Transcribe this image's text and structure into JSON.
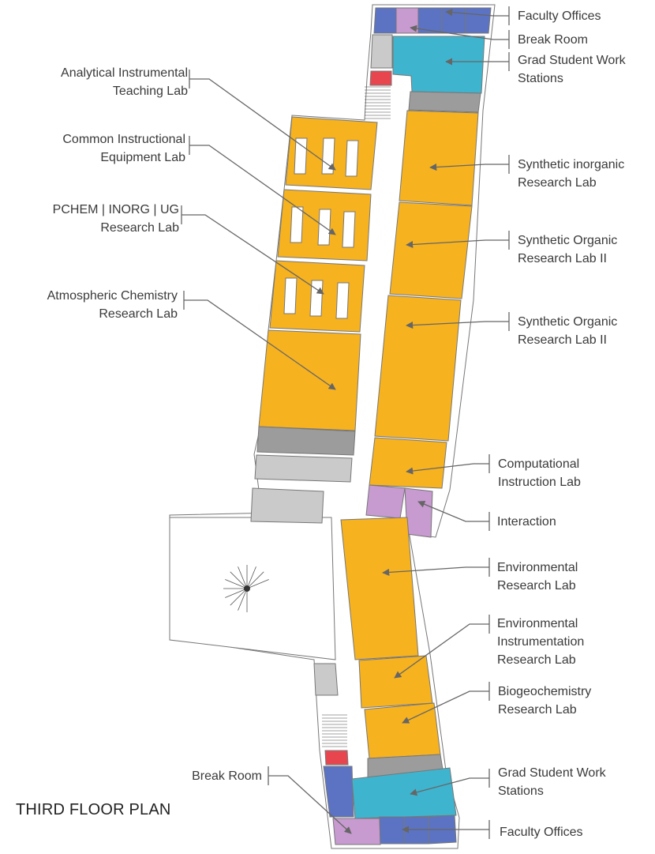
{
  "title": "THIRD FLOOR PLAN",
  "colors": {
    "lab": "#F6B21F",
    "office": "#5B73C2",
    "break": "#C79AD0",
    "grad": "#3FB4CE",
    "service": "#9C9C9C",
    "support": "#CACACA",
    "stair": "#E8464F",
    "leader": "#666666"
  },
  "labels": {
    "faculty_offices_top": [
      "Faculty Offices"
    ],
    "break_room_top": [
      "Break Room"
    ],
    "grad_top": [
      "Grad Student Work",
      "Stations"
    ],
    "synth_inorg": [
      "Synthetic inorganic",
      "Research Lab"
    ],
    "synth_org_1": [
      "Synthetic Organic",
      "Research Lab II"
    ],
    "synth_org_2": [
      "Synthetic Organic",
      "Research Lab II"
    ],
    "computational": [
      "Computational",
      "Instruction Lab"
    ],
    "interaction": [
      "Interaction"
    ],
    "environmental": [
      "Environmental",
      "Research Lab"
    ],
    "env_instr": [
      "Environmental",
      "Instrumentation",
      "Research Lab"
    ],
    "biogeo": [
      "Biogeochemistry",
      "Research Lab"
    ],
    "grad_bottom": [
      "Grad Student Work",
      "Stations"
    ],
    "faculty_offices_bottom": [
      "Faculty Offices"
    ],
    "analytical": [
      "Analytical Instrumental",
      "Teaching Lab"
    ],
    "common": [
      "Common Instructional",
      "Equipment Lab"
    ],
    "pchem": [
      "PCHEM | INORG | UG",
      "Research Lab"
    ],
    "atmospheric": [
      "Atmospheric Chemistry",
      "Research Lab"
    ],
    "break_room_bottom": [
      "Break Room"
    ]
  }
}
